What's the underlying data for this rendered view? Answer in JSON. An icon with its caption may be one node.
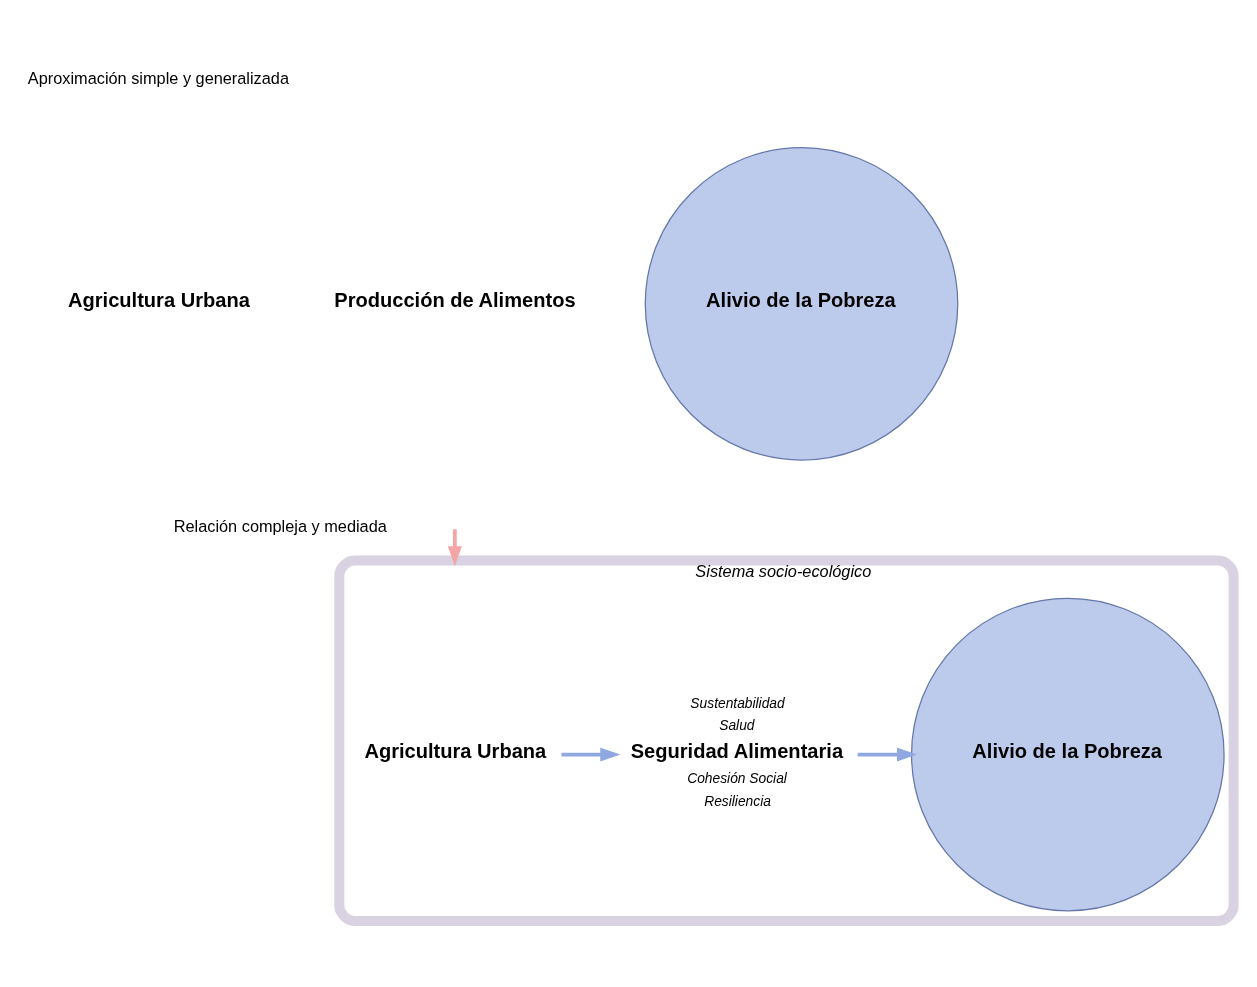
{
  "diagram": {
    "nodes": [
      {
        "text": [
          "Agricultura Urbana"
        ]
      },
      {
        "text": [
          "Producción de Alimentos"
        ]
      },
      {
        "text": [
          "Alivio de la Pobreza"
        ]
      },
      {
        "text": [
          "Sistema socio-ecológico"
        ]
      },
      {
        "text": [
          "Agricultura Urbana"
        ],
        "in": 3
      },
      {
        "text": [
          "Seguridad Alimentaria"
        ],
        "in": 3,
        "beside": [
          "Sustentabilidad",
          "Salud",
          "Cohesión Social",
          "Resiliencia"
        ]
      },
      {
        "text": [
          "Alivio de la Pobreza"
        ],
        "in": 3
      }
    ],
    "edges": [
      {
        "from": null,
        "to": 3,
        "arrow": "to",
        "color": "#f4a6a6"
      },
      {
        "from": 4,
        "to": 5,
        "arrow": "to"
      },
      {
        "from": 5,
        "to": 6,
        "arrow": "to"
      }
    ],
    "labels": [
      "Aproximación simple y generalizada",
      "Relación compleja y mediada"
    ]
  }
}
